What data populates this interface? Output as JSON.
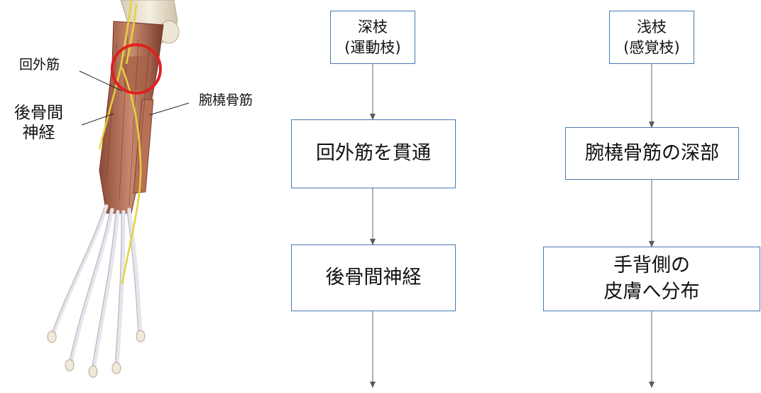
{
  "anatomy": {
    "labels": {
      "supinator": "回外筋",
      "posterior_interosseous_nerve": "後骨間\n神経",
      "brachioradialis": "腕橈骨筋"
    },
    "highlight_color": "#e02020"
  },
  "flow": {
    "deep": {
      "head": "深枝\n(運動枝)",
      "step1": "回外筋を貫通",
      "step2": "後骨間神経"
    },
    "superficial": {
      "head": "浅枝\n(感覚枝)",
      "step1": "腕橈骨筋の深部",
      "step2": "手背側の\n皮膚へ分布"
    }
  },
  "colors": {
    "box_border": "#4a7ab0",
    "arrow": "#808080"
  }
}
